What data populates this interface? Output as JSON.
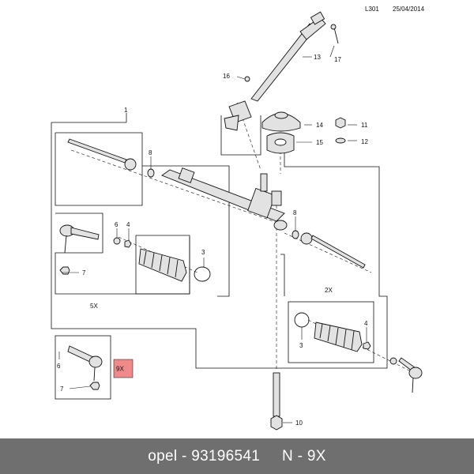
{
  "header": {
    "code": "L301",
    "date": "25/04/2014"
  },
  "callouts": {
    "c1": "1",
    "c3a": "3",
    "c3b": "3",
    "c4a": "4",
    "c4b": "4",
    "c6a": "6",
    "c6b": "6",
    "c7a": "7",
    "c7b": "7",
    "c8a": "8",
    "c8b": "8",
    "c10": "10",
    "c11": "11",
    "c12": "12",
    "c13": "13",
    "c14": "14",
    "c15": "15",
    "c16": "16",
    "c17": "17"
  },
  "group_labels": {
    "five_x": "5X",
    "two_x": "2X"
  },
  "highlight": {
    "label": "9X",
    "color": "#f08a8a"
  },
  "footer": {
    "brand": "opel",
    "separator": " - ",
    "part_number": "93196541",
    "spacer": "     ",
    "position": "N - 9X"
  },
  "colors": {
    "line": "#111111",
    "part_fill": "#e2e2e2",
    "footer_bg": "#6f6f6f"
  }
}
